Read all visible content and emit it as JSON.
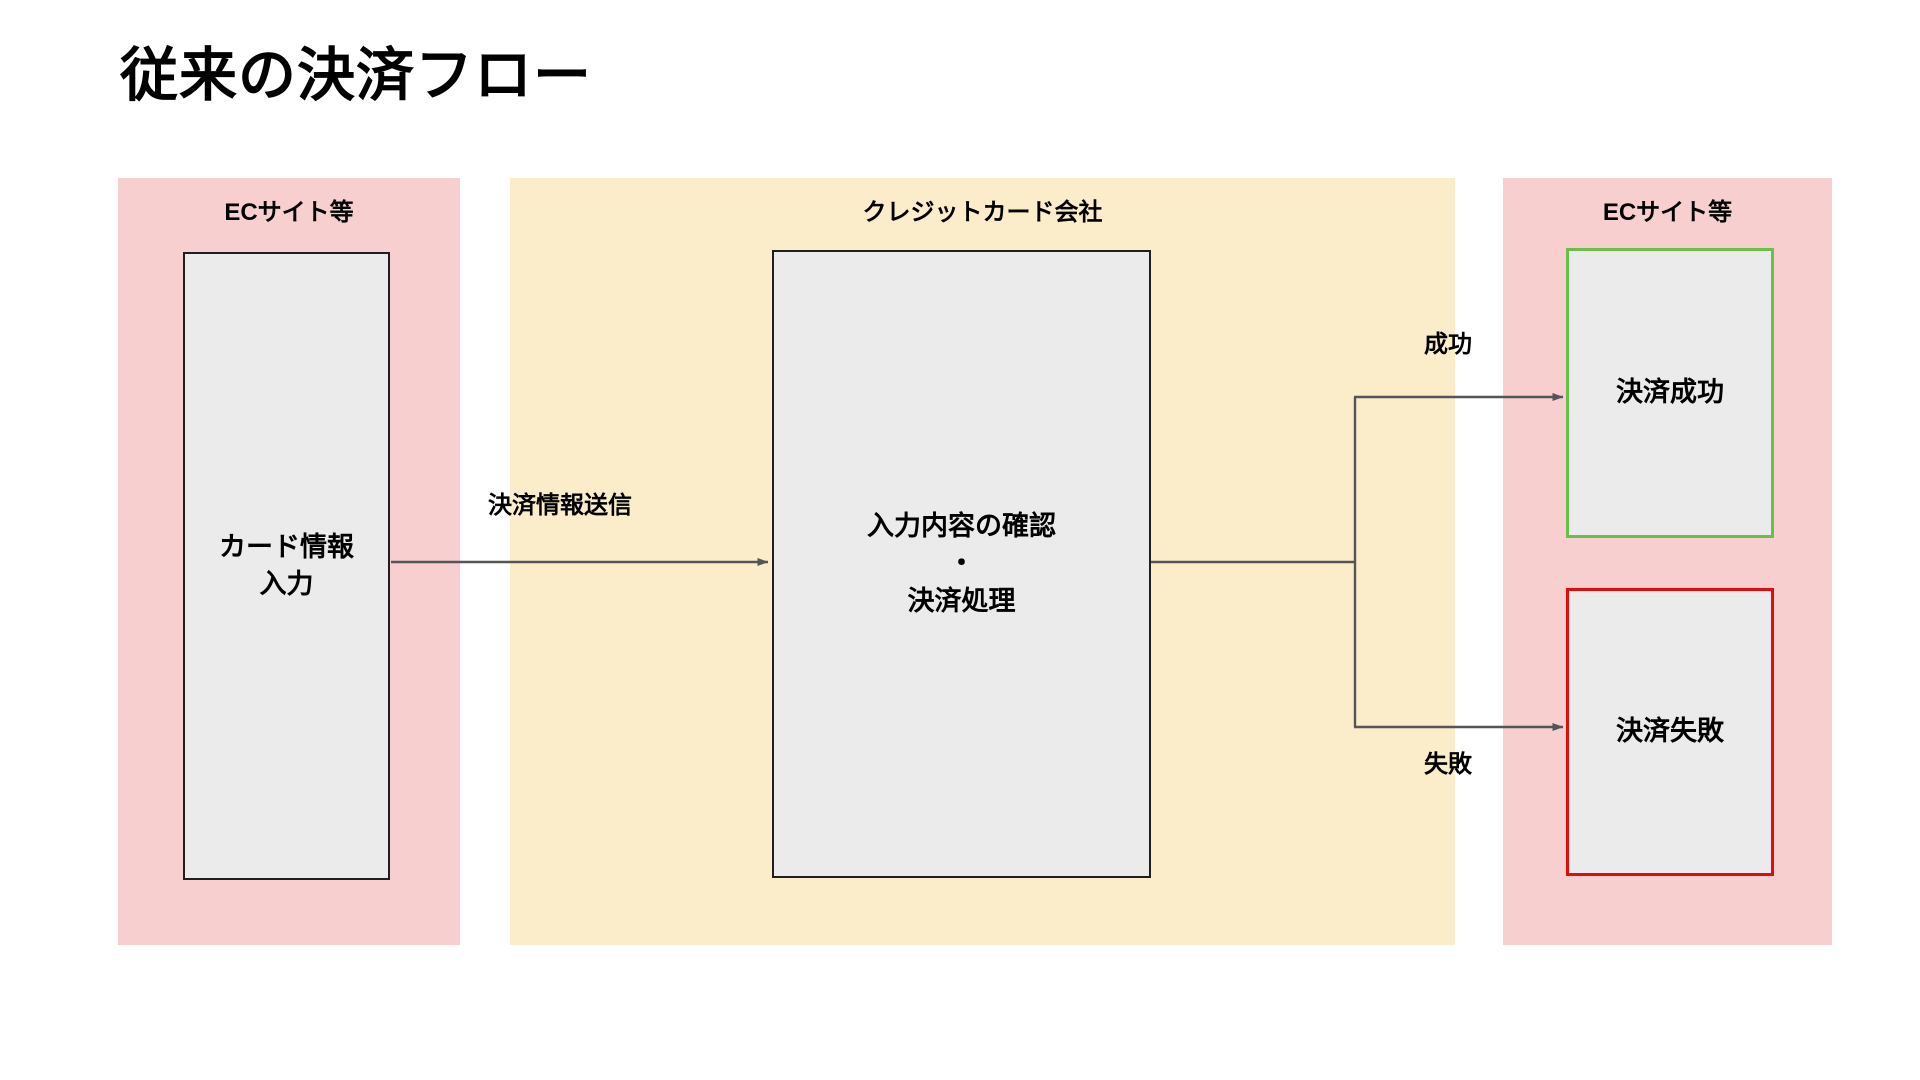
{
  "page": {
    "title": "従来の決済フロー",
    "background": "#ffffff"
  },
  "colors": {
    "lane_merchant": "#f6cfce",
    "lane_card_company": "#fcedca",
    "node_fill": "#ebebeb",
    "node_border": "#1f1f1f",
    "success_border": "#6abf4b",
    "failure_border": "#e00d0d",
    "connector": "#555555",
    "text": "#000000"
  },
  "lanes": [
    {
      "id": "merchant-left",
      "title": "ECサイト等"
    },
    {
      "id": "card-company",
      "title": "クレジットカード会社"
    },
    {
      "id": "merchant-right",
      "title": "ECサイト等"
    }
  ],
  "nodes": {
    "card_input": {
      "line1": "カード情報",
      "line2": "入力"
    },
    "processing": {
      "line1": "入力内容の確認",
      "line2": "・",
      "line3": "決済処理"
    },
    "payment_ok": {
      "label": "決済成功"
    },
    "payment_ng": {
      "label": "決済失敗"
    }
  },
  "edges": {
    "send_payment_info": "決済情報送信",
    "branch_success": "成功",
    "branch_failure": "失敗"
  }
}
